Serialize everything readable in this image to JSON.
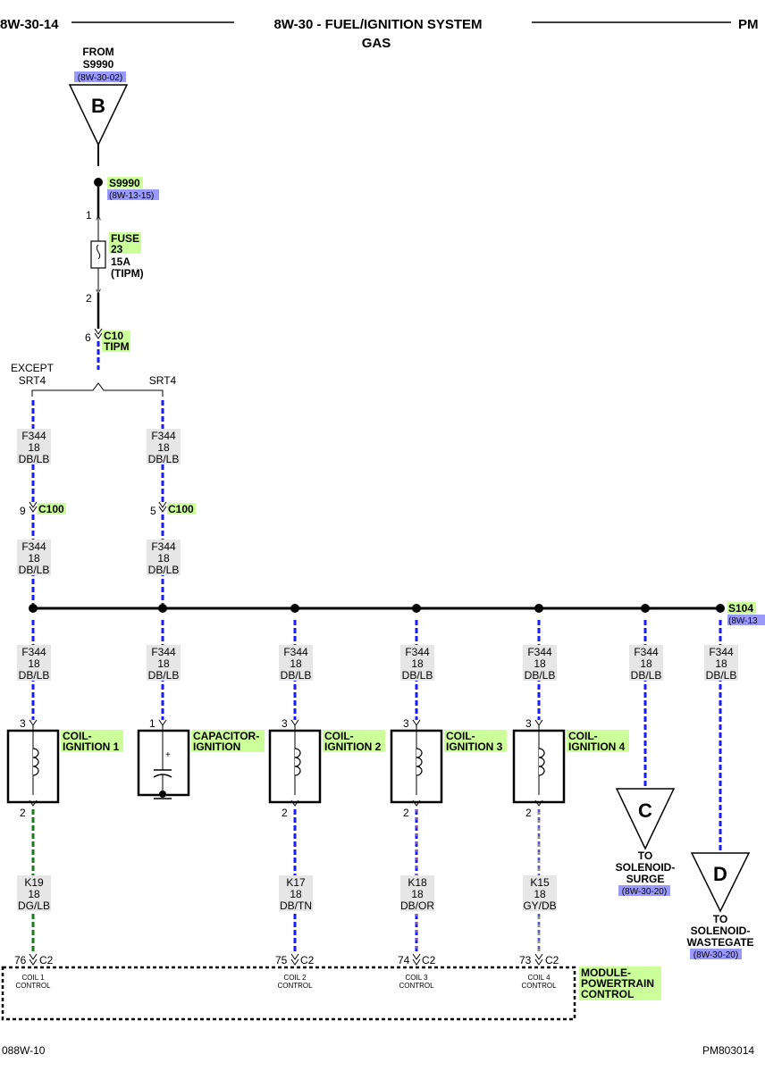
{
  "header": {
    "left": "8W-30-14",
    "title_line1": "8W-30 - FUEL/IGNITION SYSTEM",
    "title_line2": "GAS",
    "right": "PM"
  },
  "footer": {
    "left": "088W-10",
    "right": "PM803014"
  },
  "connector_b": {
    "from_label": "FROM",
    "splice": "S9990",
    "ref": "(8W-30-02)",
    "letter": "B"
  },
  "splice_s9990": {
    "name": "S9990",
    "ref": "(8W-13-15)"
  },
  "fuse": {
    "pin_top": "1",
    "pin_bottom": "2",
    "name": "FUSE",
    "number": "23",
    "rating": "15A",
    "location": "(TIPM)"
  },
  "c10": {
    "pin": "6",
    "name": "C10",
    "location": "TIPM"
  },
  "branch": {
    "left_line1": "EXCEPT",
    "left_line2": "SRT4",
    "right": "SRT4"
  },
  "wire_f344": {
    "circuit": "F344",
    "gauge": "18",
    "color": "DB/LB"
  },
  "c100": {
    "name": "C100",
    "pin_left": "9",
    "pin_right": "5"
  },
  "splice_s104": {
    "name": "S104",
    "ref": "(8W-13"
  },
  "coil1": {
    "pin_top": "3",
    "pin_bottom": "2",
    "label_line1": "COIL-",
    "label_line2": "IGNITION 1"
  },
  "capacitor": {
    "pin_top": "1",
    "label_line1": "CAPACITOR-",
    "label_line2": "IGNITION",
    "plus": "+"
  },
  "coil2": {
    "pin_top": "3",
    "pin_bottom": "2",
    "label_line1": "COIL-",
    "label_line2": "IGNITION 2"
  },
  "coil3": {
    "pin_top": "3",
    "pin_bottom": "2",
    "label_line1": "COIL-",
    "label_line2": "IGNITION 3"
  },
  "coil4": {
    "pin_top": "3",
    "pin_bottom": "2",
    "label_line1": "COIL-",
    "label_line2": "IGNITION 4"
  },
  "wire_k19": {
    "circuit": "K19",
    "gauge": "18",
    "color": "DG/LB"
  },
  "wire_k17": {
    "circuit": "K17",
    "gauge": "18",
    "color": "DB/TN"
  },
  "wire_k18": {
    "circuit": "K18",
    "gauge": "18",
    "color": "DB/OR"
  },
  "wire_k15": {
    "circuit": "K15",
    "gauge": "18",
    "color": "GY/DB"
  },
  "connector_c": {
    "letter": "C",
    "to_label": "TO",
    "line1": "SOLENOID-",
    "line2": "SURGE",
    "ref": "(8W-30-20)"
  },
  "connector_d": {
    "letter": "D",
    "to_label": "TO",
    "line1": "SOLENOID-",
    "line2": "WASTEGATE",
    "ref": "(8W-30-20)"
  },
  "pcm": {
    "connector": "C2",
    "label_line1": "MODULE-",
    "label_line2": "POWERTRAIN",
    "label_line3": "CONTROL",
    "pins": [
      {
        "pin": "76",
        "line1": "COIL 1",
        "line2": "CONTROL"
      },
      {
        "pin": "75",
        "line1": "COIL 2",
        "line2": "CONTROL"
      },
      {
        "pin": "74",
        "line1": "COIL 3",
        "line2": "CONTROL"
      },
      {
        "pin": "73",
        "line1": "COIL 4",
        "line2": "CONTROL"
      }
    ]
  },
  "colors": {
    "wire_db": "#1a1aff",
    "wire_lb": "#b3b3ff",
    "wire_dg": "#1a7a1a",
    "wire_tn": "#d2a56e",
    "wire_or": "#ff8c1a",
    "wire_gy": "#8c8c8c",
    "label_green": "#ccff99",
    "label_blue": "#9999ff",
    "label_grey": "#e6e6e6"
  }
}
